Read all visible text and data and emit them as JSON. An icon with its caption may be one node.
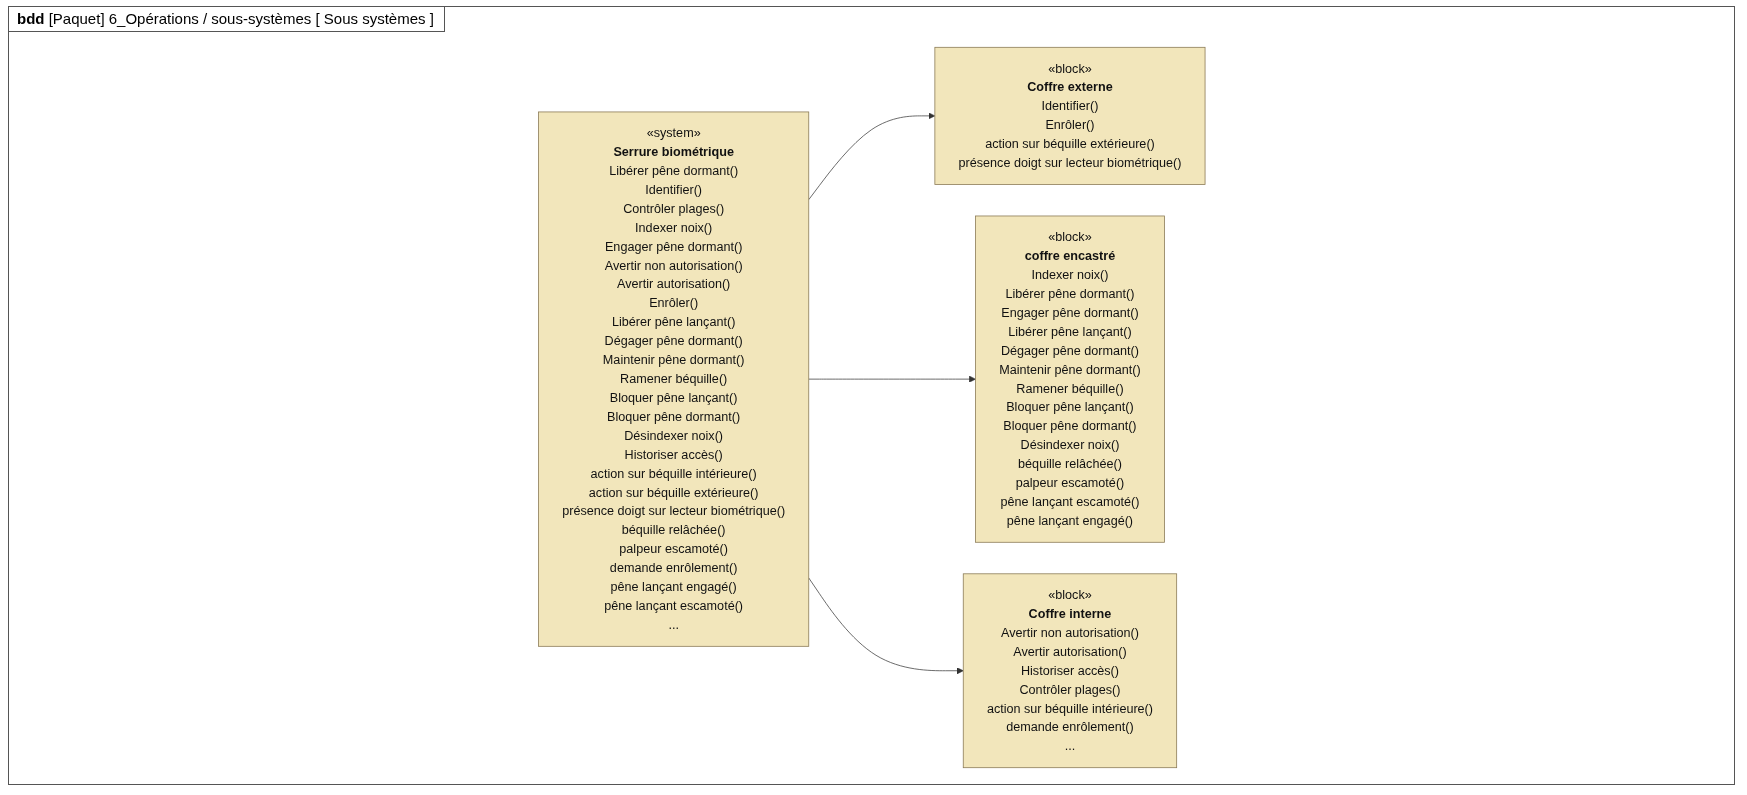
{
  "diagram": {
    "title": "**bdd** [Paquet] 6_Opérations / sous-systèmes [ Sous systèmes ]",
    "nodes": [
      {
        "text": [
          "«block»",
          "Coffre externe",
          "Identifier()",
          "Enrôler()",
          "action sur béquille extérieure()",
          "présence doigt sur lecteur biométrique()"
        ]
      },
      {
        "text": [
          "«system»",
          "Serrure biométrique",
          "Libérer pêne dormant()",
          "Identifier()",
          "Contrôler plages()",
          "Indexer noix()",
          "Engager pêne dormant()",
          "Avertir non autorisation()",
          "Avertir autorisation()",
          "Enrôler()",
          "Libérer pêne lançant()",
          "Dégager pêne dormant()",
          "Maintenir pêne dormant()",
          "Ramener béquille()",
          "Bloquer pêne lançant()",
          "Bloquer pêne dormant()",
          "Désindexer noix()",
          "Historiser accès()",
          "action sur béquille intérieure()",
          "action sur béquille extérieure()",
          "présence doigt sur lecteur biométrique()",
          "béquille relâchée()",
          "palpeur escamoté()",
          "demande enrôlement()",
          "pêne lançant engagé()",
          "pêne lançant escamoté()",
          "..."
        ]
      },
      {
        "text": [
          "«block»",
          "coffre encastré",
          "Indexer noix()",
          "Libérer pêne dormant()",
          "Engager pêne dormant()",
          "Libérer pêne lançant()",
          "Dégager pêne dormant()",
          "Maintenir pêne dormant()",
          "Ramener béquille()",
          "Bloquer pêne lançant()",
          "Bloquer pêne dormant()",
          "Désindexer noix()",
          "béquille relâchée()",
          "palpeur escamoté()",
          "pêne lançant escamoté()",
          "pêne lançant engagé()"
        ]
      },
      {
        "text": [
          "«block»",
          "Coffre interne",
          "Avertir non autorisation()",
          "Avertir autorisation()",
          "Historiser accès()",
          "Contrôler plages()",
          "action sur béquille intérieure()",
          "demande enrôlement()",
          "..."
        ]
      }
    ],
    "edges": [
      {
        "from": 1,
        "to": 0,
        "arrow": "to"
      },
      {
        "from": 1,
        "to": 2,
        "arrow": "to"
      },
      {
        "from": 1,
        "to": 3,
        "arrow": "to"
      }
    ]
  }
}
